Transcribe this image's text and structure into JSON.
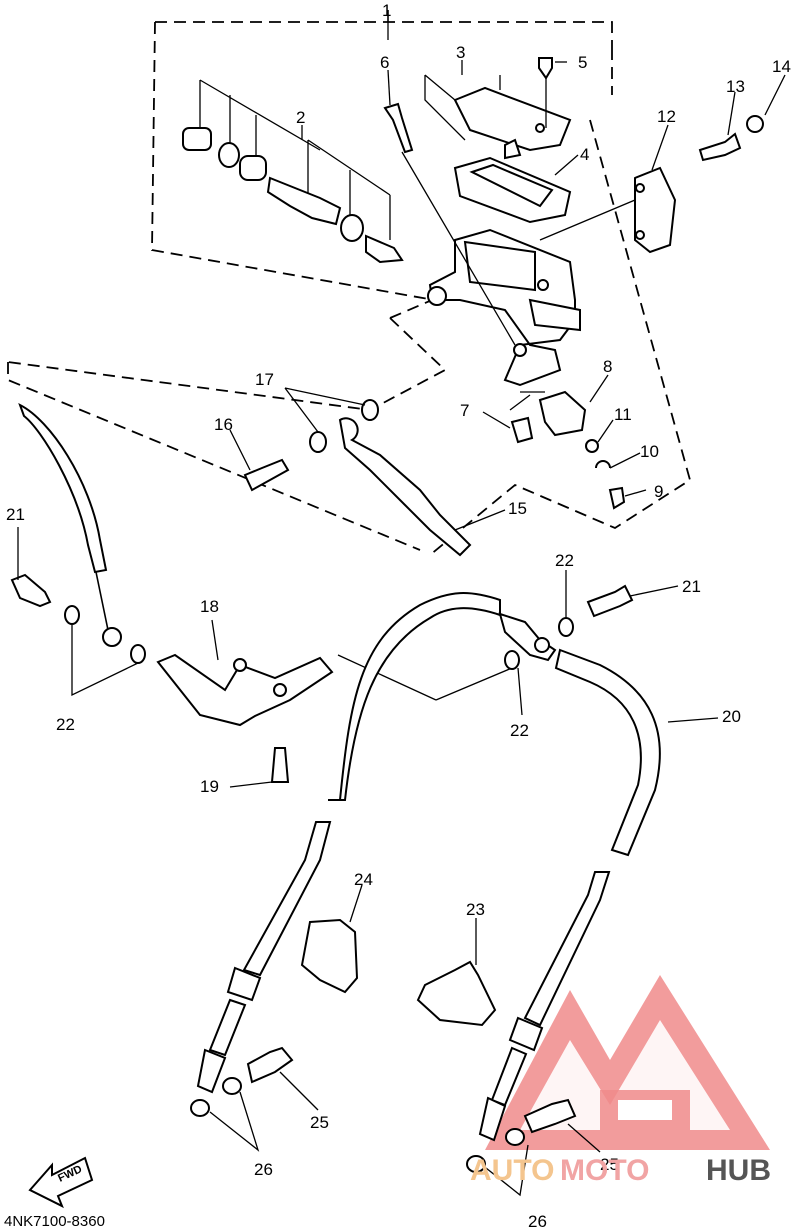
{
  "diagram": {
    "part_code": "4NK7100-8360",
    "direction_label": "FWD",
    "watermark": {
      "text_parts": [
        "AUTO",
        "MOTO",
        "HUB"
      ],
      "colors": {
        "auto": "#f4c58e",
        "moto": "#f1a4a4",
        "hub": "#555555",
        "logo": "#f08b8b"
      }
    },
    "callouts": [
      {
        "id": "c1",
        "label": "1"
      },
      {
        "id": "c2",
        "label": "2"
      },
      {
        "id": "c3",
        "label": "3"
      },
      {
        "id": "c4",
        "label": "4"
      },
      {
        "id": "c5",
        "label": "5"
      },
      {
        "id": "c6",
        "label": "6"
      },
      {
        "id": "c7",
        "label": "7"
      },
      {
        "id": "c8",
        "label": "8"
      },
      {
        "id": "c9",
        "label": "9"
      },
      {
        "id": "c10",
        "label": "10"
      },
      {
        "id": "c11",
        "label": "11"
      },
      {
        "id": "c12",
        "label": "12"
      },
      {
        "id": "c13",
        "label": "13"
      },
      {
        "id": "c14",
        "label": "14"
      },
      {
        "id": "c15",
        "label": "15"
      },
      {
        "id": "c16",
        "label": "16"
      },
      {
        "id": "c17",
        "label": "17"
      },
      {
        "id": "c18",
        "label": "18"
      },
      {
        "id": "c19",
        "label": "19"
      },
      {
        "id": "c20",
        "label": "20"
      },
      {
        "id": "c21a",
        "label": "21"
      },
      {
        "id": "c21b",
        "label": "21"
      },
      {
        "id": "c22a",
        "label": "22"
      },
      {
        "id": "c22b",
        "label": "22"
      },
      {
        "id": "c22c",
        "label": "22"
      },
      {
        "id": "c23",
        "label": "23"
      },
      {
        "id": "c24",
        "label": "24"
      },
      {
        "id": "c25a",
        "label": "25"
      },
      {
        "id": "c25b",
        "label": "25"
      },
      {
        "id": "c26a",
        "label": "26"
      },
      {
        "id": "c26b",
        "label": "26"
      }
    ]
  }
}
